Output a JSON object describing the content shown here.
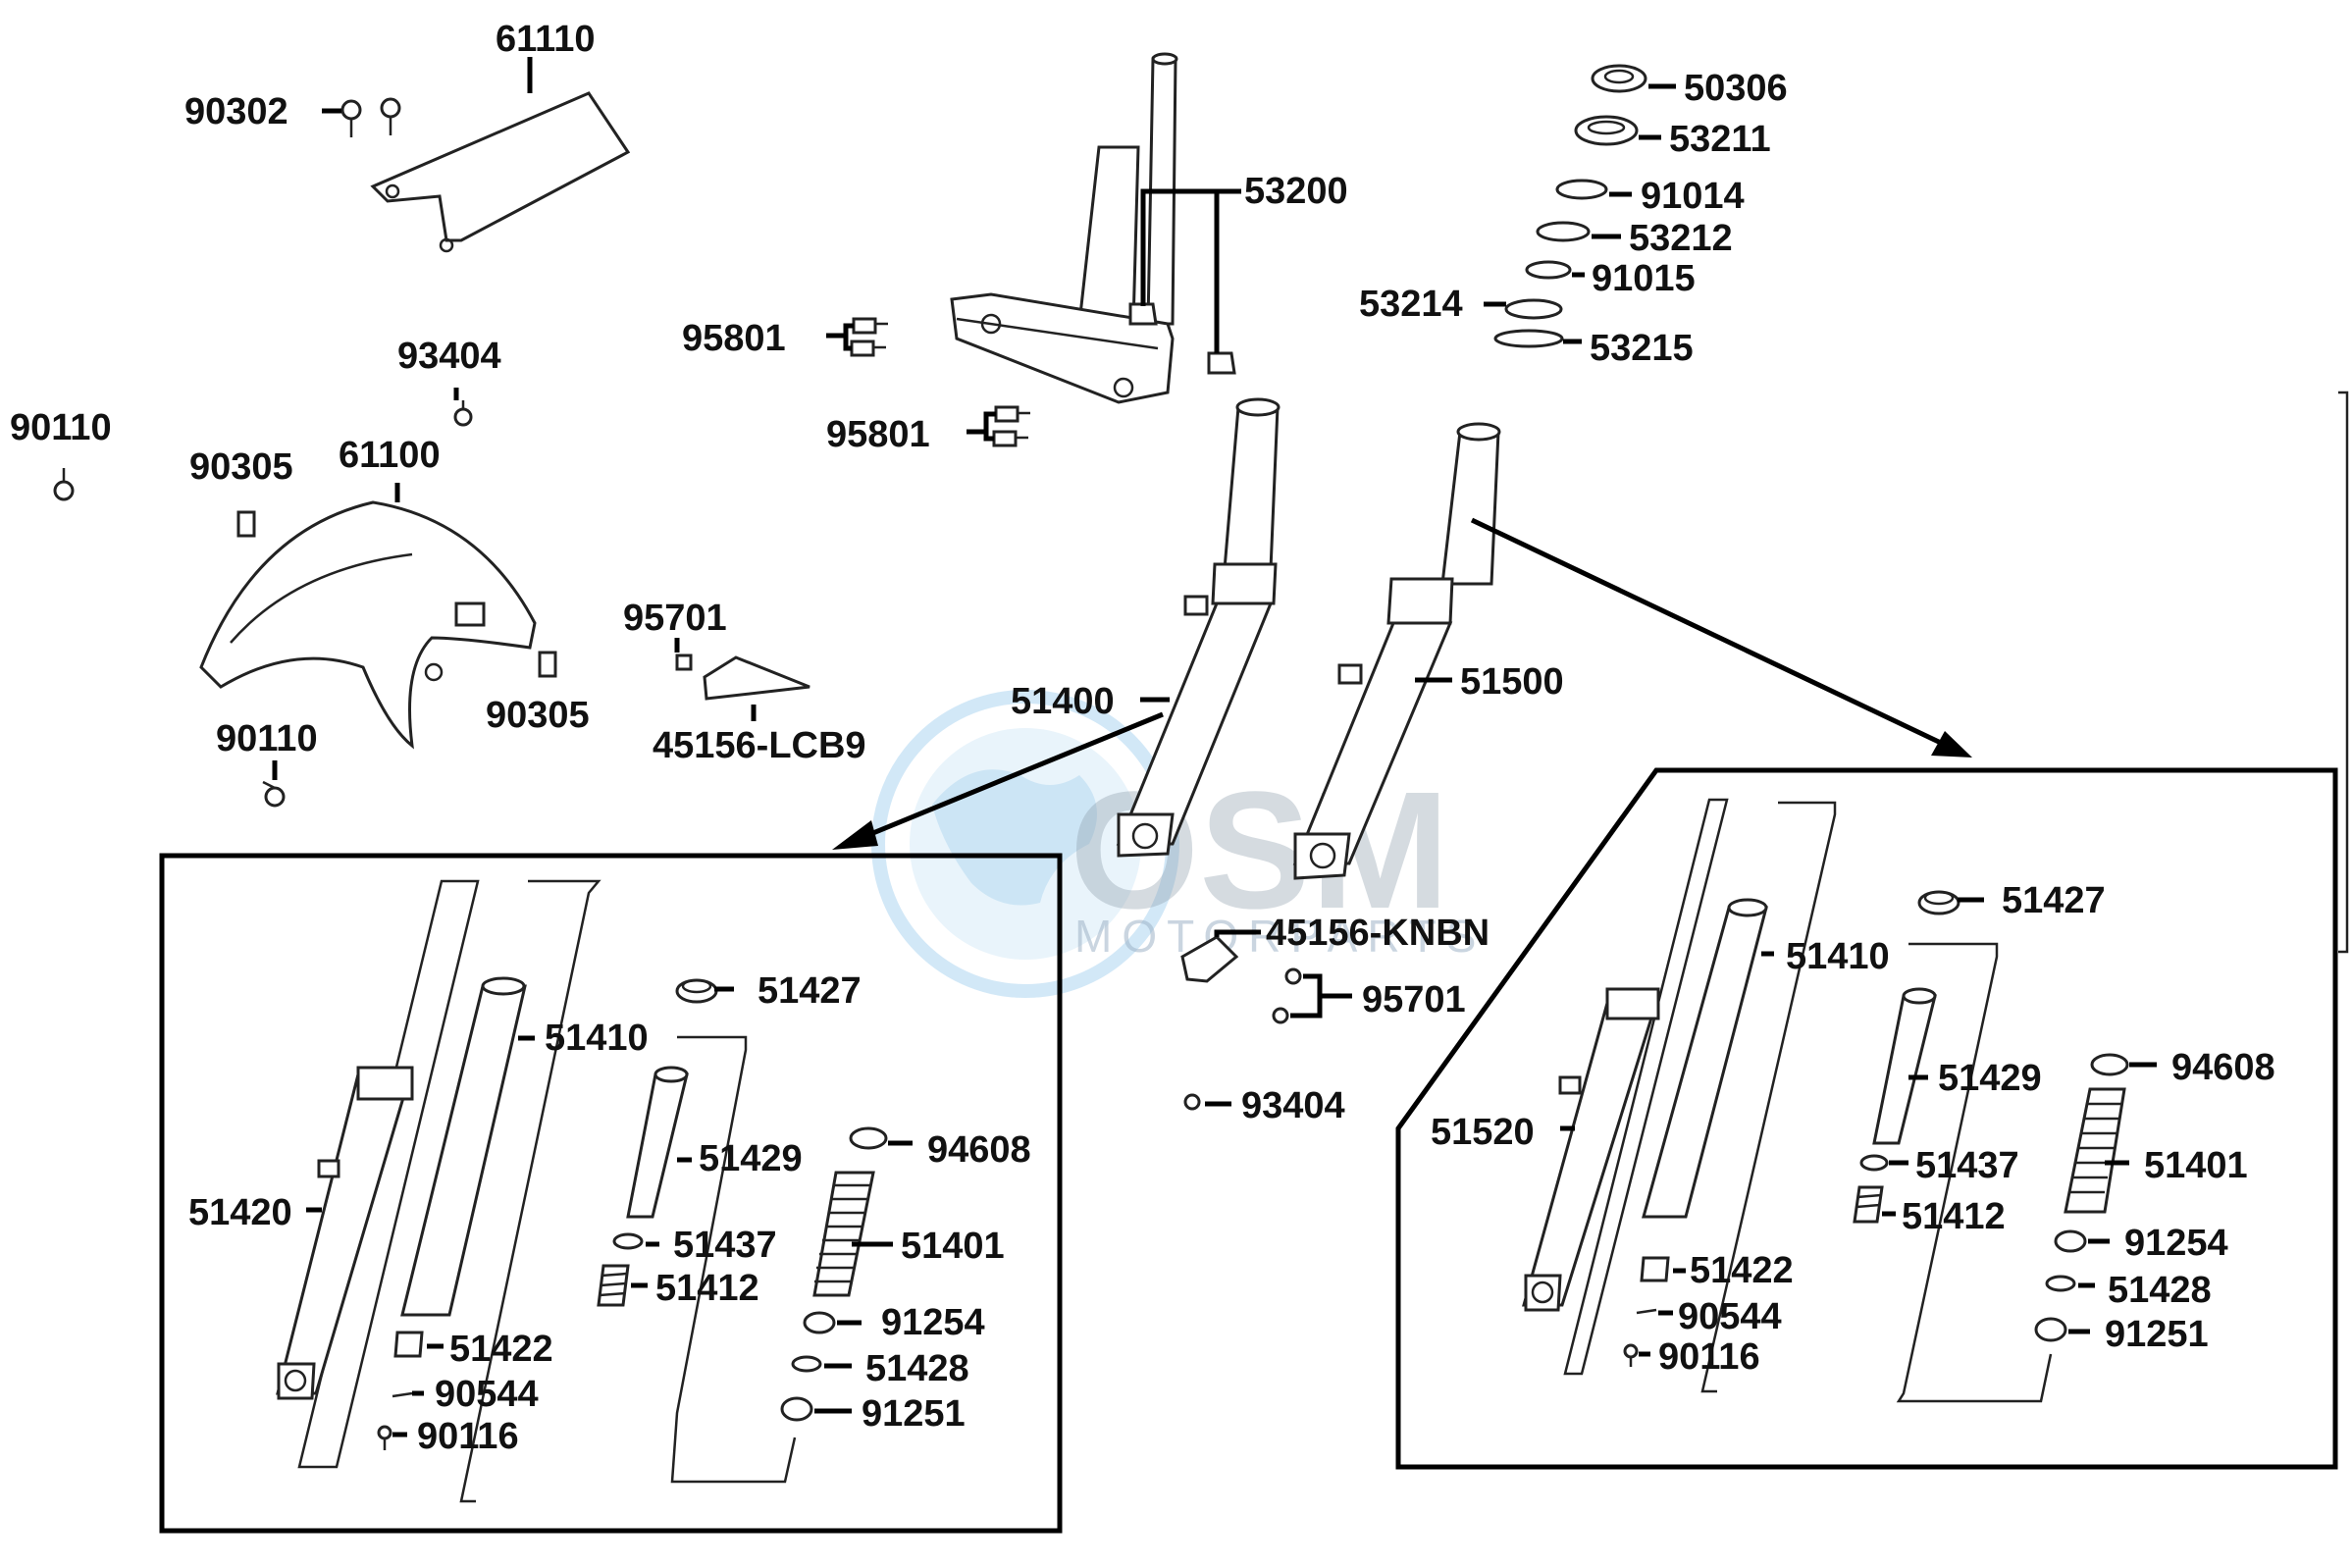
{
  "watermark": {
    "logo": "OSM",
    "subtitle": "MOTORPARTS"
  },
  "labels": {
    "l61110": "61110",
    "l90302": "90302",
    "l53200": "53200",
    "l50306": "50306",
    "l53211": "53211",
    "l91014": "91014",
    "l53212": "53212",
    "l91015": "91015",
    "l53214": "53214",
    "l53215": "53215",
    "l93404a": "93404",
    "l90110a": "90110",
    "l90305a": "90305",
    "l61100": "61100",
    "l95801a": "95801",
    "l95801b": "95801",
    "l95701a": "95701",
    "l90305b": "90305",
    "l90110b": "90110",
    "l45156lcb9": "45156-LCB9",
    "l51400": "51400",
    "l51500": "51500",
    "l45156knbn": "45156-KNBN",
    "l95701b": "95701",
    "l93404b": "93404"
  },
  "left_detail": {
    "l51427": "51427",
    "l51410": "51410",
    "l51429": "51429",
    "l94608": "94608",
    "l51420": "51420",
    "l51437": "51437",
    "l51401": "51401",
    "l51412": "51412",
    "l91254": "91254",
    "l51422": "51422",
    "l51428": "51428",
    "l90544": "90544",
    "l91251": "91251",
    "l90116": "90116"
  },
  "right_detail": {
    "l51427": "51427",
    "l51410": "51410",
    "l51429": "51429",
    "l94608": "94608",
    "l51520": "51520",
    "l51437": "51437",
    "l51401": "51401",
    "l51412": "51412",
    "l91254": "91254",
    "l51422": "51422",
    "l51428": "51428",
    "l90544": "90544",
    "l91251": "91251",
    "l90116": "90116"
  },
  "colors": {
    "line": "#000000",
    "watermark_blue": "#4aa3df",
    "watermark_gray": "#8a9aa8"
  }
}
